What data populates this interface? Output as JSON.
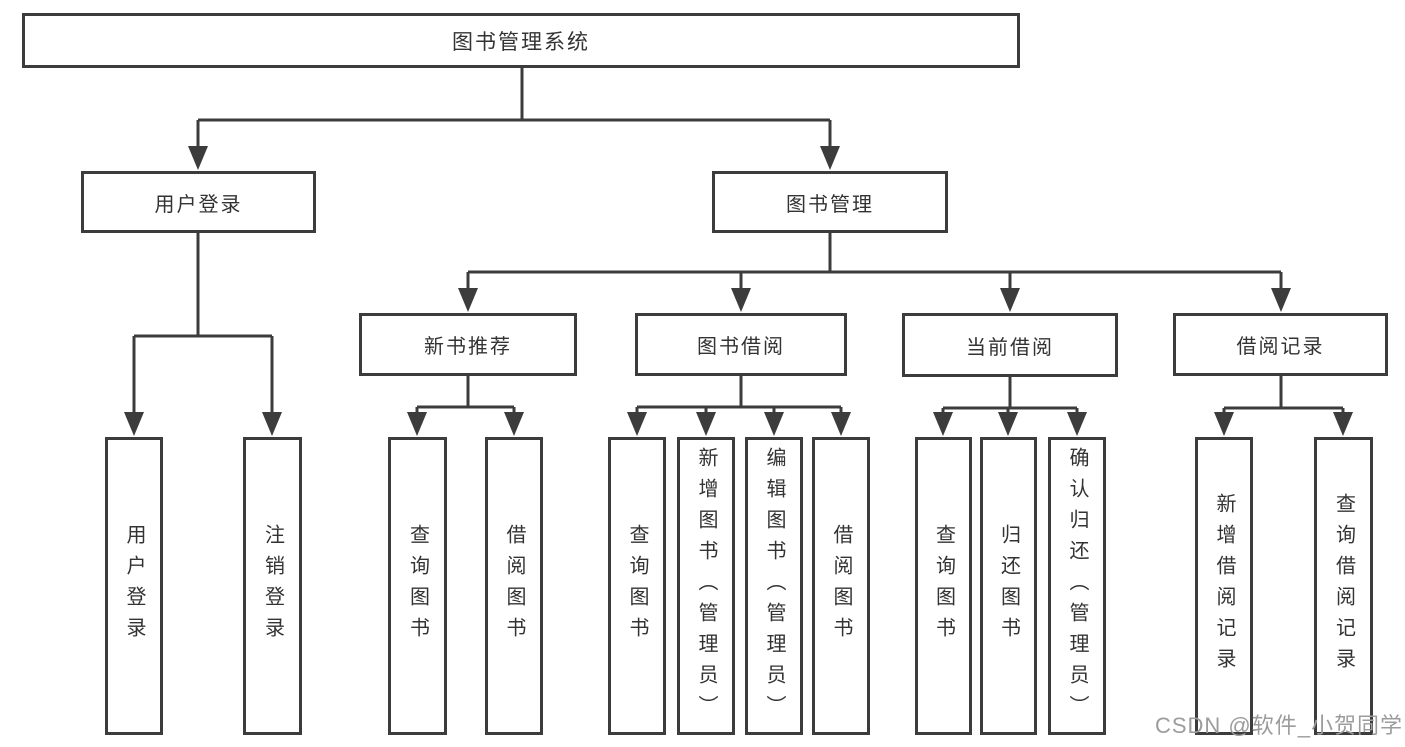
{
  "tree": {
    "root": {
      "label": "图书管理系统"
    },
    "branches": [
      {
        "label": "用户登录",
        "children": [
          {
            "label": "用户登录"
          },
          {
            "label": "注销登录"
          }
        ]
      },
      {
        "label": "图书管理",
        "groups": [
          {
            "label": "新书推荐",
            "children": [
              {
                "label": "查询图书"
              },
              {
                "label": "借阅图书"
              }
            ]
          },
          {
            "label": "图书借阅",
            "children": [
              {
                "label": "查询图书"
              },
              {
                "label": "新增图书（管理员）"
              },
              {
                "label": "编辑图书（管理员）"
              },
              {
                "label": "借阅图书"
              }
            ]
          },
          {
            "label": "当前借阅",
            "children": [
              {
                "label": "查询图书"
              },
              {
                "label": "归还图书"
              },
              {
                "label": "确认归还（管理员）"
              }
            ]
          },
          {
            "label": "借阅记录",
            "children": [
              {
                "label": "新增借阅记录"
              },
              {
                "label": "查询借阅记录"
              }
            ]
          }
        ]
      }
    ]
  },
  "watermark": {
    "text": "CSDN @软件_小贺同学"
  },
  "colors": {
    "background": "#ffffff",
    "line": "#3c3c3c",
    "node_border": "#3c3c3c",
    "text": "#333333",
    "watermark": "#9c9c9c"
  }
}
